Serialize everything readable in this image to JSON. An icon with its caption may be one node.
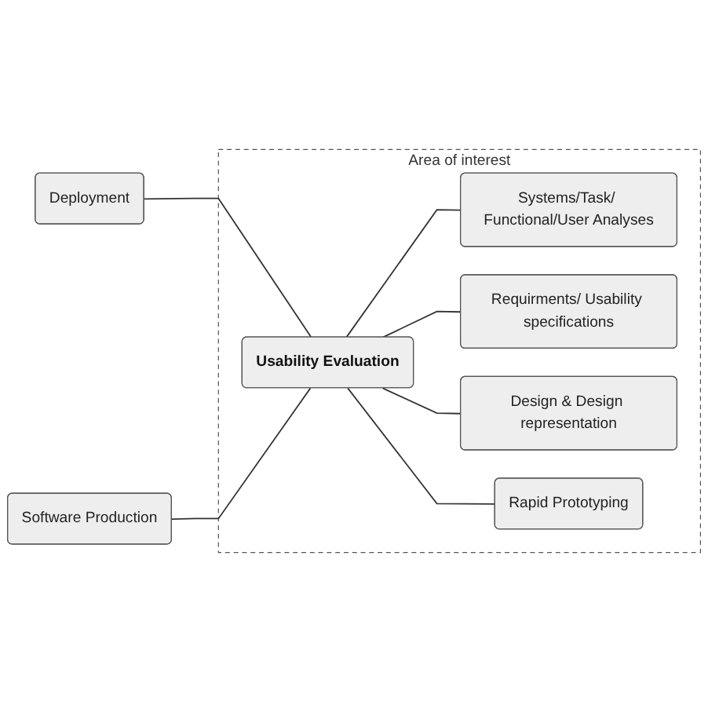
{
  "diagram": {
    "nodes": [
      {
        "text": [
          "Area of interest"
        ]
      },
      {
        "text": [
          "Systems/Task/ Functional/User Analyses"
        ],
        "in": 0
      },
      {
        "text": [
          "Deployment"
        ]
      },
      {
        "text": [
          "Requirments/ Usability specifications"
        ],
        "in": 0
      },
      {
        "text": [
          "Usability Evaluation"
        ],
        "in": 0
      },
      {
        "text": [
          "Software Production"
        ]
      },
      {
        "text": [
          "Design & Design representation"
        ],
        "in": 0
      },
      {
        "text": [
          "Rapid Prototyping"
        ],
        "in": 0
      }
    ],
    "edges": [
      {
        "from": 2,
        "to": 4,
        "arrow": "none"
      },
      {
        "from": 5,
        "to": 4,
        "arrow": "none"
      },
      {
        "from": 4,
        "to": 1,
        "arrow": "none"
      },
      {
        "from": 4,
        "to": 3,
        "arrow": "none"
      },
      {
        "from": 4,
        "to": 6,
        "arrow": "none"
      },
      {
        "from": 4,
        "to": 7,
        "arrow": "none"
      }
    ]
  }
}
